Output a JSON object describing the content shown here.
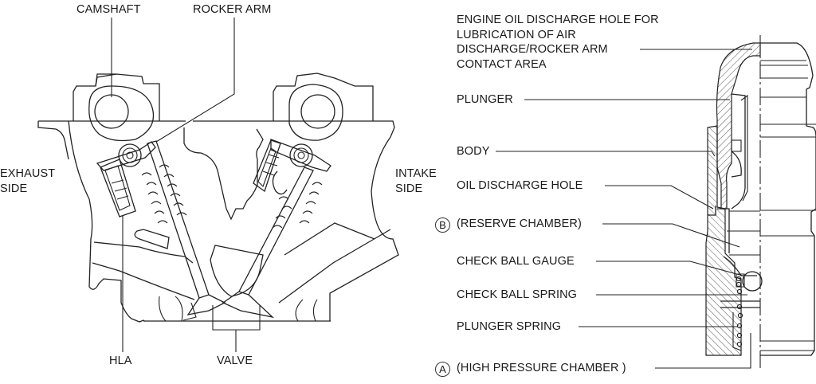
{
  "figure": {
    "left_panel": {
      "description": "Cylinder head cross-section",
      "labels": {
        "camshaft": "CAMSHAFT",
        "rocker_arm": "ROCKER ARM",
        "exhaust_side": "EXHAUST\nSIDE",
        "intake_side": "INTAKE\nSIDE",
        "hla": "HLA",
        "valve": "VALVE"
      }
    },
    "right_panel": {
      "description": "HLA (hydraulic lash adjuster) cross-section",
      "labels": {
        "oil_discharge_top": "ENGINE OIL DISCHARGE HOLE FOR\nLUBRICATION OF AIR\nDISCHARGE/ROCKER ARM\nCONTACT AREA",
        "plunger": "PLUNGER",
        "body": "BODY",
        "oil_discharge_hole": "OIL DISCHARGE HOLE",
        "reserve_chamber": "(RESERVE CHAMBER)",
        "reserve_chamber_marker": "B",
        "check_ball_gauge": "CHECK BALL GAUGE",
        "check_ball_spring": "CHECK BALL SPRING",
        "plunger_spring": "PLUNGER SPRING",
        "high_pressure_chamber": "(HIGH PRESSURE CHAMBER )",
        "high_pressure_chamber_marker": "A"
      }
    }
  }
}
